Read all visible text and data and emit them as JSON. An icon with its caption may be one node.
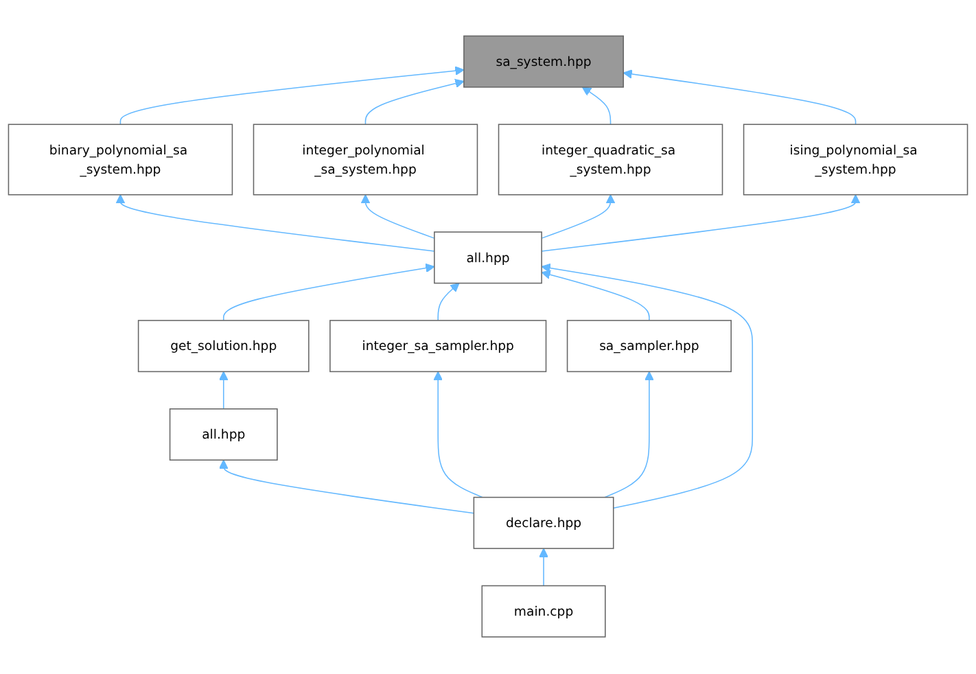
{
  "diagram": {
    "nodes": [
      {
        "text": [
          "sa_system.hpp"
        ]
      },
      {
        "text": [
          "binary_polynomial_sa _system.hpp"
        ]
      },
      {
        "text": [
          "integer_polynomial _sa_system.hpp"
        ]
      },
      {
        "text": [
          "integer_quadratic_sa _system.hpp"
        ]
      },
      {
        "text": [
          "ising_polynomial_sa _system.hpp"
        ]
      },
      {
        "text": [
          "all.hpp"
        ]
      },
      {
        "text": [
          "get_solution.hpp"
        ]
      },
      {
        "text": [
          "sa_sampler.hpp"
        ]
      },
      {
        "text": [
          "all.hpp"
        ]
      },
      {
        "text": [
          "integer_sa_sampler.hpp"
        ]
      },
      {
        "text": [
          "declare.hpp"
        ]
      },
      {
        "text": [
          "main.cpp"
        ]
      }
    ],
    "edges": [
      {
        "from": 1,
        "to": 0,
        "arrow": "to"
      },
      {
        "from": 2,
        "to": 0,
        "arrow": "to"
      },
      {
        "from": 3,
        "to": 0,
        "arrow": "to"
      },
      {
        "from": 4,
        "to": 0,
        "arrow": "to"
      },
      {
        "from": 5,
        "to": 1,
        "arrow": "to"
      },
      {
        "from": 5,
        "to": 2,
        "arrow": "to"
      },
      {
        "from": 5,
        "to": 3,
        "arrow": "to"
      },
      {
        "from": 5,
        "to": 4,
        "arrow": "to"
      },
      {
        "from": 6,
        "to": 5,
        "arrow": "to"
      },
      {
        "from": 9,
        "to": 5,
        "arrow": "to"
      },
      {
        "from": 7,
        "to": 5,
        "arrow": "to"
      },
      {
        "from": 10,
        "to": 5,
        "arrow": "to"
      },
      {
        "from": 8,
        "to": 6,
        "arrow": "to"
      },
      {
        "from": 10,
        "to": 8,
        "arrow": "to"
      },
      {
        "from": 10,
        "to": 9,
        "arrow": "to"
      },
      {
        "from": 10,
        "to": 7,
        "arrow": "to"
      },
      {
        "from": 11,
        "to": 10,
        "arrow": "to"
      }
    ]
  }
}
